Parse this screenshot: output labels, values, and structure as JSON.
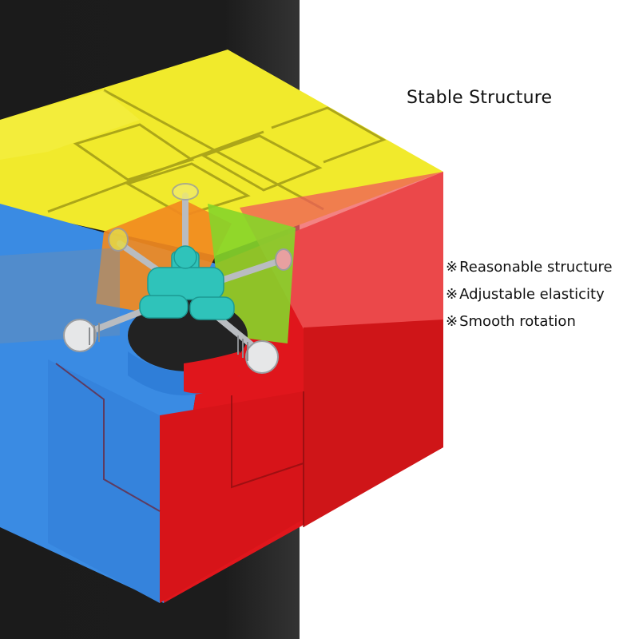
{
  "title": "Stable Structure",
  "features": [
    {
      "mark": "※",
      "label": "Reasonable structure"
    },
    {
      "mark": "※",
      "label": "Adjustable elasticity"
    },
    {
      "mark": "※",
      "label": "Smooth rotation"
    }
  ],
  "image": {
    "subject": "3x3 speed cube with cut-away core showing center mechanism and screws",
    "colors": {
      "yellow": "#f3ec2e",
      "red": "#e0151b",
      "blue": "#3b8ee6",
      "orange": "#f07d1c",
      "green": "#7bd126",
      "core": "#2fc4bb",
      "background_dark": "#1c1c1c",
      "background_light": "#ffffff"
    }
  }
}
